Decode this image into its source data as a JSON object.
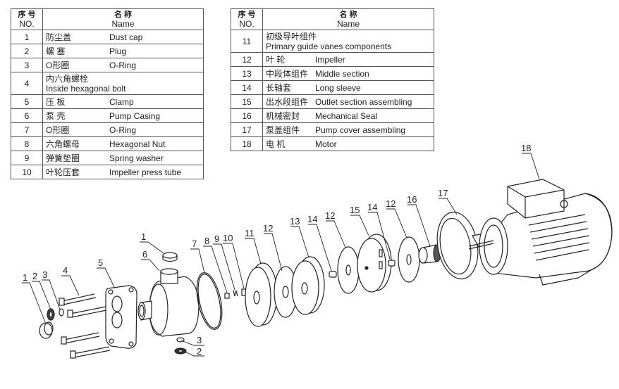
{
  "table_left": {
    "header": {
      "no_cn": "序 号",
      "no_en": "NO.",
      "name_cn": "名 称",
      "name_en": "Name"
    },
    "rows": [
      {
        "no": "1",
        "cn": "防尘盖",
        "en": "Dust cap"
      },
      {
        "no": "2",
        "cn": "螺 塞",
        "en": "Plug"
      },
      {
        "no": "3",
        "cn": "O形圈",
        "en": "O-Ring"
      },
      {
        "no": "4",
        "cn": "内六角螺栓",
        "en": "Inside hexagonal bolt"
      },
      {
        "no": "5",
        "cn": "压 板",
        "en": "Clamp"
      },
      {
        "no": "6",
        "cn": "泵 壳",
        "en": "Pump Casing"
      },
      {
        "no": "7",
        "cn": "O形圈",
        "en": "O-Ring"
      },
      {
        "no": "8",
        "cn": "六角螺母",
        "en": "Hexagonal Nut"
      },
      {
        "no": "9",
        "cn": "弹簧垫圈",
        "en": "Spring washer"
      },
      {
        "no": "10",
        "cn": "叶轮压套",
        "en": "Impeller press tube"
      }
    ]
  },
  "table_right": {
    "header": {
      "no_cn": "序 号",
      "no_en": "NO.",
      "name_cn": "名 称",
      "name_en": "Name"
    },
    "rows": [
      {
        "no": "11",
        "cn": "初级导叶组件",
        "en": "Primary guide vanes components"
      },
      {
        "no": "12",
        "cn": "叶 轮",
        "en": "Impeller"
      },
      {
        "no": "13",
        "cn": "中段体组件",
        "en": "Middle section"
      },
      {
        "no": "14",
        "cn": "长轴套",
        "en": "Long sleeve"
      },
      {
        "no": "15",
        "cn": "出水段组件",
        "en": "Outlet section assembling"
      },
      {
        "no": "16",
        "cn": "机械密封",
        "en": "Mechanical Seal"
      },
      {
        "no": "17",
        "cn": "泵盖组件",
        "en": "Pump cover assembling"
      },
      {
        "no": "18",
        "cn": "电 机",
        "en": "Motor"
      }
    ]
  },
  "diagram": {
    "callouts": [
      "1",
      "2",
      "3",
      "4",
      "5",
      "1",
      "6",
      "7",
      "8",
      "9",
      "10",
      "11",
      "3",
      "2",
      "12",
      "13",
      "14",
      "12",
      "15",
      "14",
      "12",
      "16",
      "17",
      "18"
    ]
  }
}
